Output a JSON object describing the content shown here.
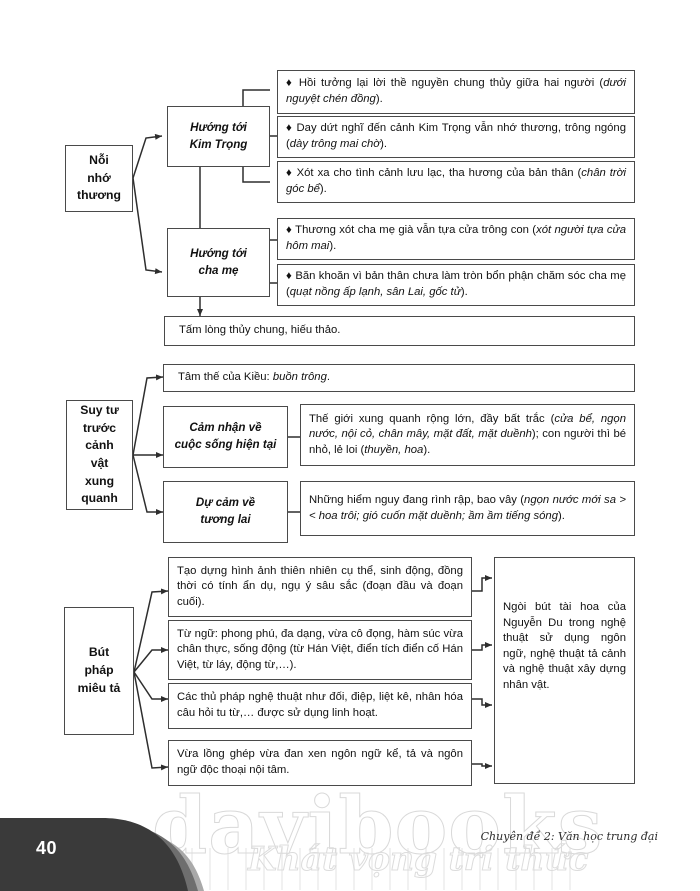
{
  "page": {
    "number": "40",
    "chapter_label": "Chuyên đề 2: Văn học trung đại",
    "watermark_main": "davibooks",
    "watermark_sub": "Khát vọng tri thức"
  },
  "sections": [
    {
      "id": "noi-nho-thuong",
      "root": "Nỗi\nnhớ\nthương",
      "branches": [
        {
          "id": "huong-toi-kim-trong",
          "label": "Hướng tới\nKim Trọng",
          "leaves": [
            "♦ Hồi tưởng lại lời thề nguyền chung thủy giữa hai người (dưới nguyệt chén đồng).",
            "♦ Day dứt nghĩ đến cảnh Kim Trọng vẫn nhớ thương, trông ngóng (dày trông mai chờ).",
            "♦ Xót xa cho tình cảnh lưu lạc, tha hương của bản thân (chân trời góc bể)."
          ]
        },
        {
          "id": "huong-toi-cha-me",
          "label": "Hướng tới\ncha mẹ",
          "leaves": [
            "♦ Thương xót cha mẹ già vẫn tựa cửa trông con (xót người tựa cửa hôm mai).",
            "♦ Băn khoăn vì bản thân chưa làm tròn bổn phận chăm sóc cha mẹ (quạt nồng ấp lạnh, sân Lai, gốc tử)."
          ]
        }
      ],
      "conclusion": "Tấm lòng thủy chung, hiếu thảo."
    },
    {
      "id": "suy-tu-truoc-canh-vat",
      "root": "Suy tư\ntrước\ncảnh vật\nxung\nquanh",
      "direct_leaf": "Tâm thế của Kiều: buồn trông.",
      "branches": [
        {
          "id": "cam-nhan-ve-cuoc-song-hien-tai",
          "label": "Cảm nhận về\ncuộc sống hiện tại",
          "leaves": [
            "Thế giới xung quanh rộng lớn, đầy bất trắc (cửa bể, ngọn nước, nội cỏ, chân mây, mặt đất, mặt duềnh); con người thì bé nhỏ, lẻ loi (thuyền, hoa)."
          ]
        },
        {
          "id": "du-cam-ve-tuong-lai",
          "label": "Dự cảm về\ntương lai",
          "leaves": [
            "Những hiểm nguy đang rình rập, bao vây (ngọn nước mới sa >< hoa trôi; gió cuốn mặt duềnh; ầm ầm tiếng sóng)."
          ]
        }
      ]
    },
    {
      "id": "but-phap-mieu-ta",
      "root": "Bút pháp\nmiêu tả",
      "leaves": [
        "Tạo dựng hình ảnh thiên nhiên cụ thể, sinh động, đồng thời có tính ẩn dụ, ngụ ý sâu sắc (đoạn đầu và đoạn cuối).",
        "Từ ngữ: phong phú, đa dạng, vừa cô đọng, hàm súc vừa chân thực, sống động (từ Hán Việt, điển tích điển cố Hán Việt, từ láy, động từ,…).",
        "Các thủ pháp nghệ thuật như đối, điệp, liệt kê, nhân hóa câu hỏi tu từ,… được sử dụng linh hoạt.",
        "Vừa lồng ghép vừa đan xen ngôn ngữ kể, tả và ngôn ngữ độc thoại nội tâm."
      ],
      "summary": "Ngòi bút tài hoa của Nguyễn Du trong nghệ thuật sử dụng ngôn ngữ, nghệ thuật tả cảnh và nghệ thuật xây dựng nhân vật."
    }
  ],
  "colors": {
    "box_border": "#4a4a4a",
    "text": "#111111",
    "tab_dark": "#3a3a3a",
    "tab_mid": "#6e6e6e",
    "tab_light": "#a9a9a9",
    "watermark": "#d9d9d9"
  }
}
